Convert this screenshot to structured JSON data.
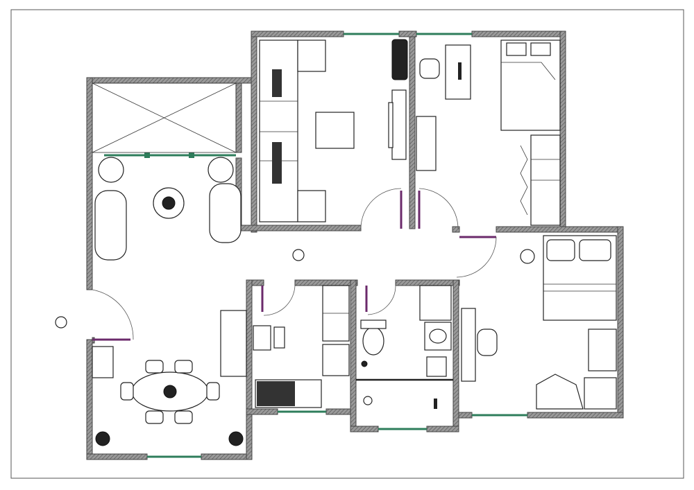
{
  "colors": {
    "wall": "#8a8a8a",
    "window": "#2e7d5b",
    "door": "#6b2a6b",
    "frame": "#555555",
    "background": "#ffffff"
  },
  "rooms": [
    "patio",
    "living-room",
    "office",
    "bedroom-1",
    "hallway",
    "kitchen",
    "bathroom",
    "bedroom-2",
    "dining-room",
    "entrance"
  ]
}
